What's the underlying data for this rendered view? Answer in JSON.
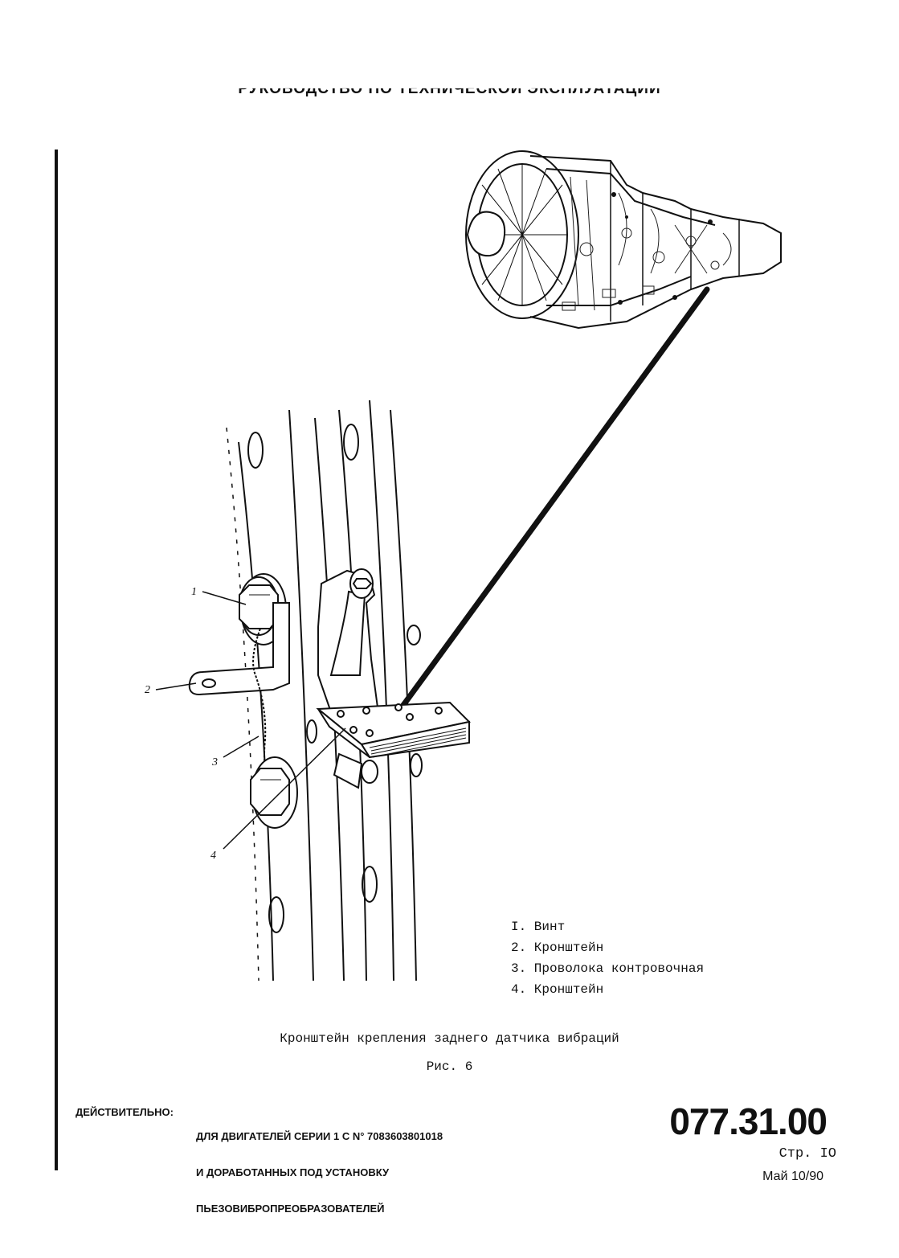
{
  "header": {
    "title": "РУКОВОДСТВО ПО ТЕХНИЧЕСКОЙ ЭКСПЛУАТАЦИИ"
  },
  "figure": {
    "callouts": [
      "1",
      "2",
      "3",
      "4"
    ],
    "legend": [
      "I. Винт",
      "2. Кронштейн",
      "3. Проволока контровочная",
      "4. Кронштейн"
    ],
    "caption": "Кронштейн крепления заднего датчика вибраций",
    "number": "Рис. 6"
  },
  "footer": {
    "validity_label": "ДЕЙСТВИТЕЛЬНО:",
    "validity_lines": [
      "ДЛЯ ДВИГАТЕЛЕЙ СЕРИИ 1 С N° 7083603801018",
      "И ДОРАБОТАННЫХ ПОД УСТАНОВКУ",
      "ПЬЕЗОВИБРОПРЕОБРАЗОВАТЕЛЕЙ"
    ],
    "doc_number": "077.31.00",
    "page": "Стр. IO",
    "date": "Май 10/90"
  }
}
